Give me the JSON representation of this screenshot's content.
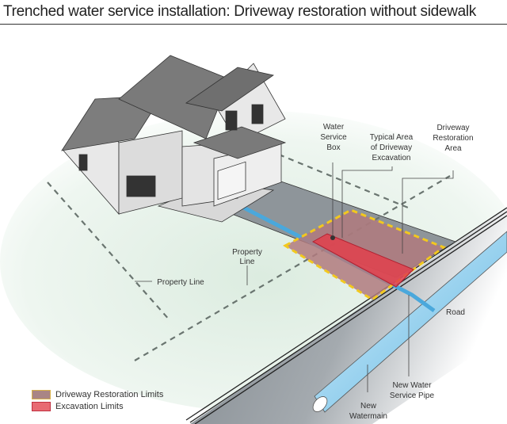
{
  "title": "Trenched water service installation: Driveway restoration without sidewalk",
  "labels": {
    "water_service_box": [
      "Water",
      "Service",
      "Box"
    ],
    "typical_area": [
      "Typical Area",
      "of Driveway",
      "Excavation"
    ],
    "restoration_area": [
      "Driveway",
      "Restoration",
      "Area"
    ],
    "property_line_left": "Property Line",
    "property_line_center": [
      "Property",
      "Line"
    ],
    "road": "Road",
    "new_service_pipe": [
      "New Water",
      "Service Pipe"
    ],
    "new_watermain": [
      "New",
      "Watermain"
    ]
  },
  "legend": [
    {
      "label": "Driveway Restoration Limits",
      "color": "#a98585",
      "border": "#d8b24a"
    },
    {
      "label": "Excavation Limits",
      "color": "#e86a72",
      "border": "#c03040"
    }
  ],
  "colors": {
    "restoration": "#b07a7e",
    "excavation": "#e0404c",
    "limit_dash": "#f2c81e",
    "pipe": "#4aa8dc",
    "road": "#8a9096",
    "house": "#e6e6e6",
    "roof": "#7a7a7a",
    "lawn": "#e3f0e6"
  }
}
